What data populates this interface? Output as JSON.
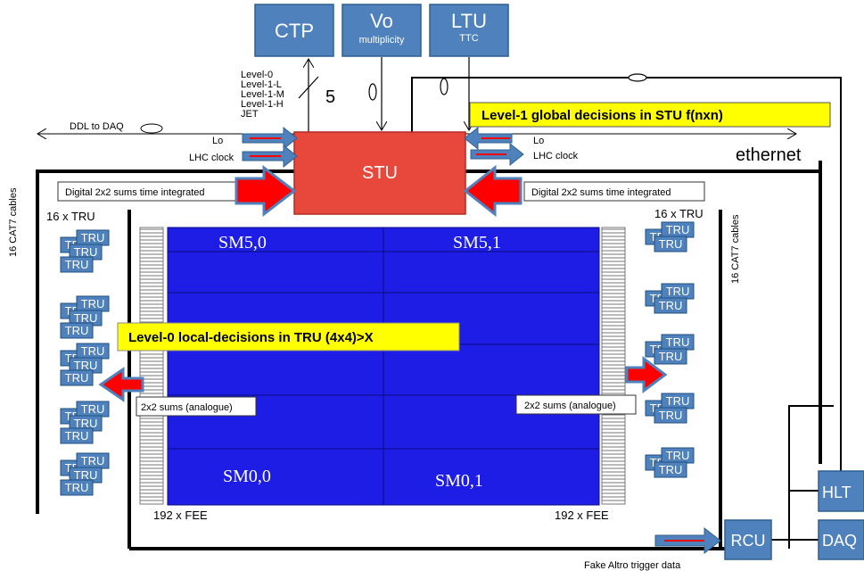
{
  "top_boxes": {
    "ctp": {
      "label": "CTP"
    },
    "v0": {
      "label": "Vo",
      "sub": "multiplicity"
    },
    "ltu": {
      "label": "LTU",
      "sub": "TTC"
    }
  },
  "ctp_signals": [
    "Level-0",
    "Level-1-L",
    "Level-1-M",
    "Level-1-H",
    "JET"
  ],
  "bus_width": "5",
  "ddl_label": "DDL to DAQ",
  "ethernet_label": "ethernet",
  "level1_banner": "Level-1 global decisions in STU  f(nxn)",
  "level0_banner": "Level-0  local-decisions in TRU (4x4)>X",
  "stu": {
    "label": "STU"
  },
  "left_lo": {
    "lo": "Lo",
    "clock": "LHC clock"
  },
  "right_lo": {
    "lo": "Lo",
    "clock": "LHC clock"
  },
  "digital_sums_left": "Digital 2x2 sums  time integrated",
  "digital_sums_right": "Digital 2x2 sums  time integrated",
  "cat7_left": "16 CAT7 cables",
  "cat7_right": "16 CAT7 cables",
  "tru_count_left": "16 x TRU",
  "tru_count_right": "16 x TRU",
  "tru_label": "TRU",
  "analogue_left": "2x2 sums (analogue)",
  "analogue_right": "2x2 sums (analogue)",
  "supermodules": {
    "sm50": "SM5,0",
    "sm51": "SM5,1",
    "sm00": "SM0,0",
    "sm01": "SM0,1"
  },
  "fee_left": "192 x FEE",
  "fee_right": "192 x FEE",
  "rcu": "RCU",
  "hlt": "HLT",
  "daq": "DAQ",
  "fake_altro": "Fake Altro trigger data",
  "colors": {
    "box_blue": "#4f81bd",
    "sm_blue": "#1d1de6",
    "stu_red": "#e8483c",
    "banner_yellow": "#ffff00",
    "arrow_red": "#ff0000"
  }
}
